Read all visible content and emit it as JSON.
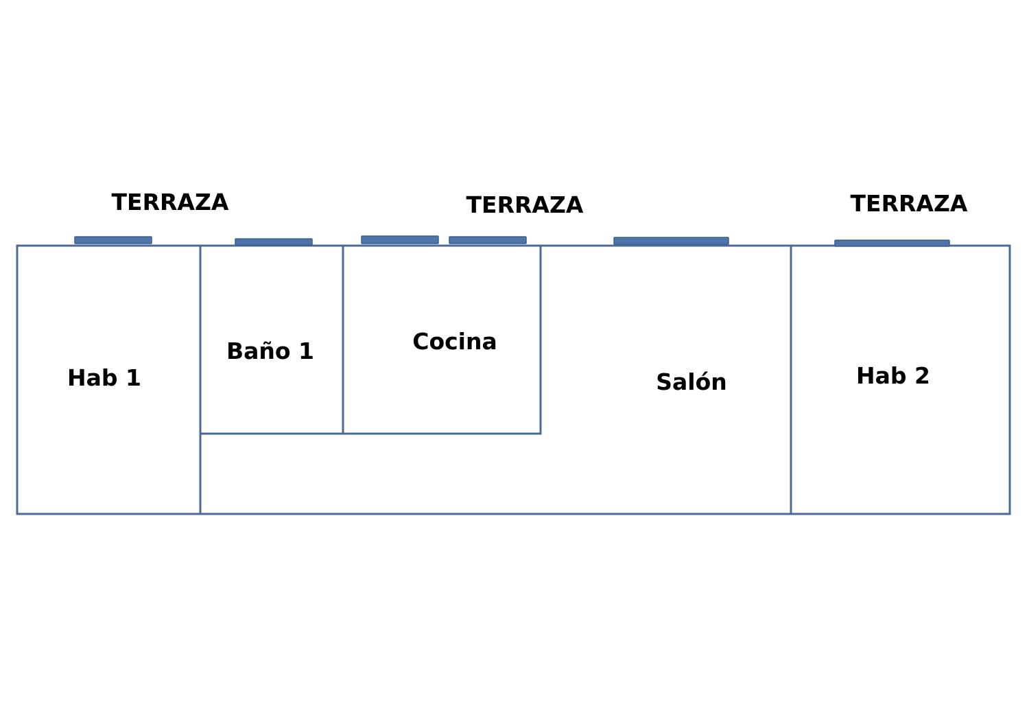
{
  "colors": {
    "wall": "#4a6b98",
    "window": "#4f74aa",
    "background": "#ffffff",
    "text": "#000000"
  },
  "terraces": [
    {
      "label": "TERRAZA"
    },
    {
      "label": "TERRAZA"
    },
    {
      "label": "TERRAZA"
    }
  ],
  "rooms": {
    "hab1": "Hab 1",
    "bano1": "Baño 1",
    "cocina": "Cocina",
    "salon": "Salón",
    "hab2": "Hab 2"
  }
}
